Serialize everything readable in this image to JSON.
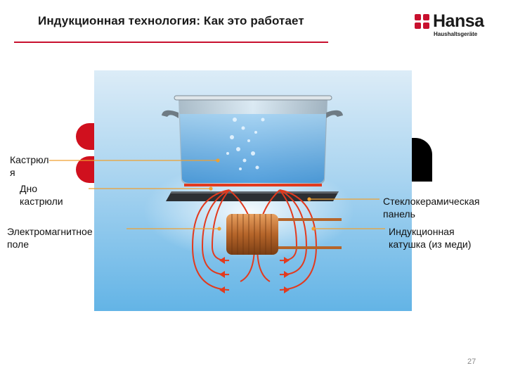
{
  "header": {
    "title": "Индукционная технология: Как это работает"
  },
  "logo": {
    "name": "Hansa",
    "subtitle": "Haushaltsgeräte"
  },
  "labels": {
    "pot": "Кастрюля",
    "pot_bottom": "Дно кастрюли",
    "glass_panel": "Стеклокерамическая панель",
    "field": "Электромагнитное поле",
    "coil": "Индукционная катушка (из меди)"
  },
  "footer": {
    "page_number": "27"
  },
  "colors": {
    "brand_red": "#c8102e",
    "copper": "#b5652a",
    "field_line": "#e23a1e",
    "water": "#5aaee8"
  }
}
